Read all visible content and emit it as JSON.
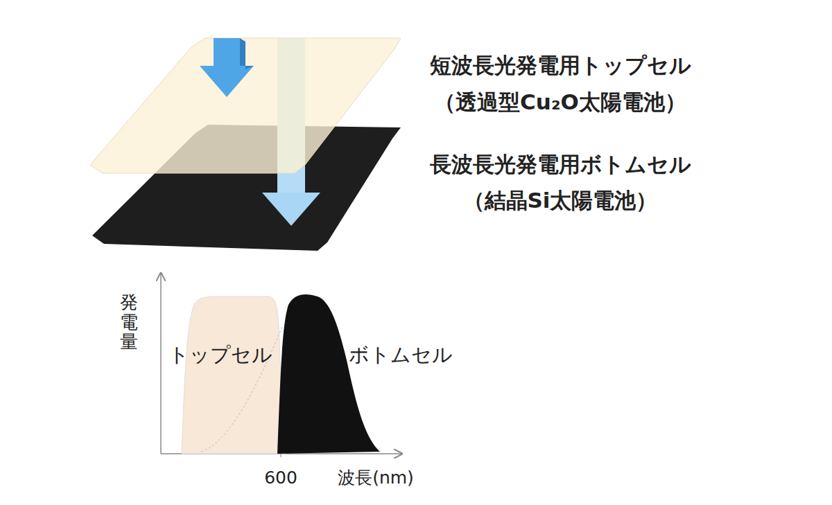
{
  "diagram": {
    "labels": [
      "短波長光発電用トップセル",
      "（透過型Cu₂O太陽電池）",
      "長波長光発電用ボトムセル",
      "（結晶Si太陽電池）",
      "発電量",
      "トップセル",
      "ボトムセル",
      "600",
      "波長(nm)"
    ]
  }
}
